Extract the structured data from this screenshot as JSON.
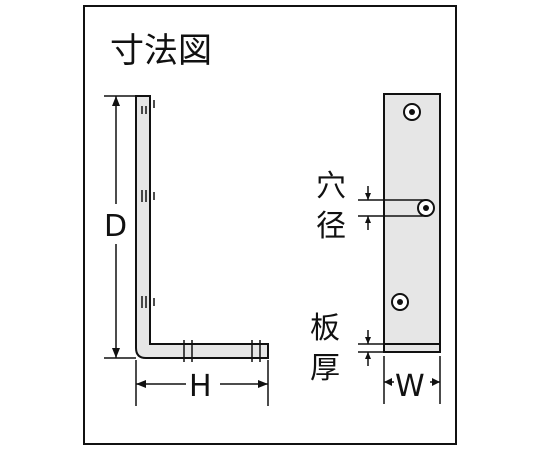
{
  "diagram": {
    "title": "寸法図",
    "labels": {
      "depth": "D",
      "height": "H",
      "width": "W",
      "hole_diameter": [
        "穴",
        "径"
      ],
      "plate_thickness": [
        "板",
        "厚"
      ]
    }
  },
  "colors": {
    "line": "#111111",
    "plate_fill": "#e6e6e6",
    "background": "#ffffff"
  }
}
